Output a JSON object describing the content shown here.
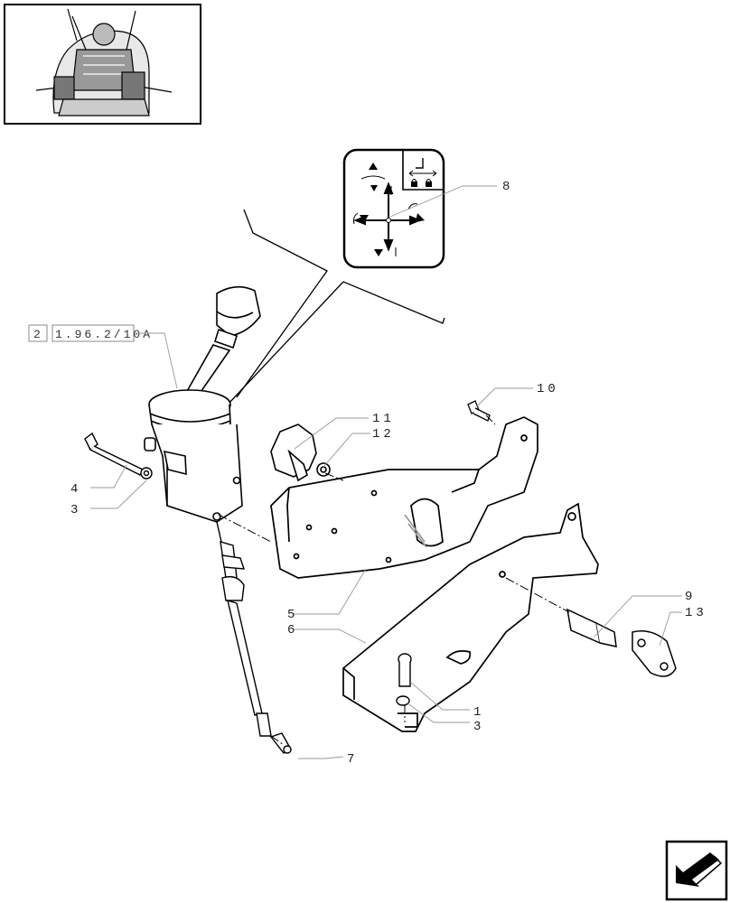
{
  "figure": {
    "reference_box": {
      "part_a": "2",
      "part_b": "1.96.2/10A"
    },
    "callouts": [
      "1",
      "3",
      "3",
      "4",
      "5",
      "6",
      "7",
      "8",
      "9",
      "10",
      "11",
      "12",
      "13"
    ]
  },
  "icons": {
    "thumbnail": "tractor-cab-thumbnail-icon",
    "decal": "joystick-control-decal-icon",
    "next": "next-page-arrow-icon"
  },
  "colors": {
    "line": "#111111",
    "leader": "#888888",
    "background": "#ffffff"
  }
}
